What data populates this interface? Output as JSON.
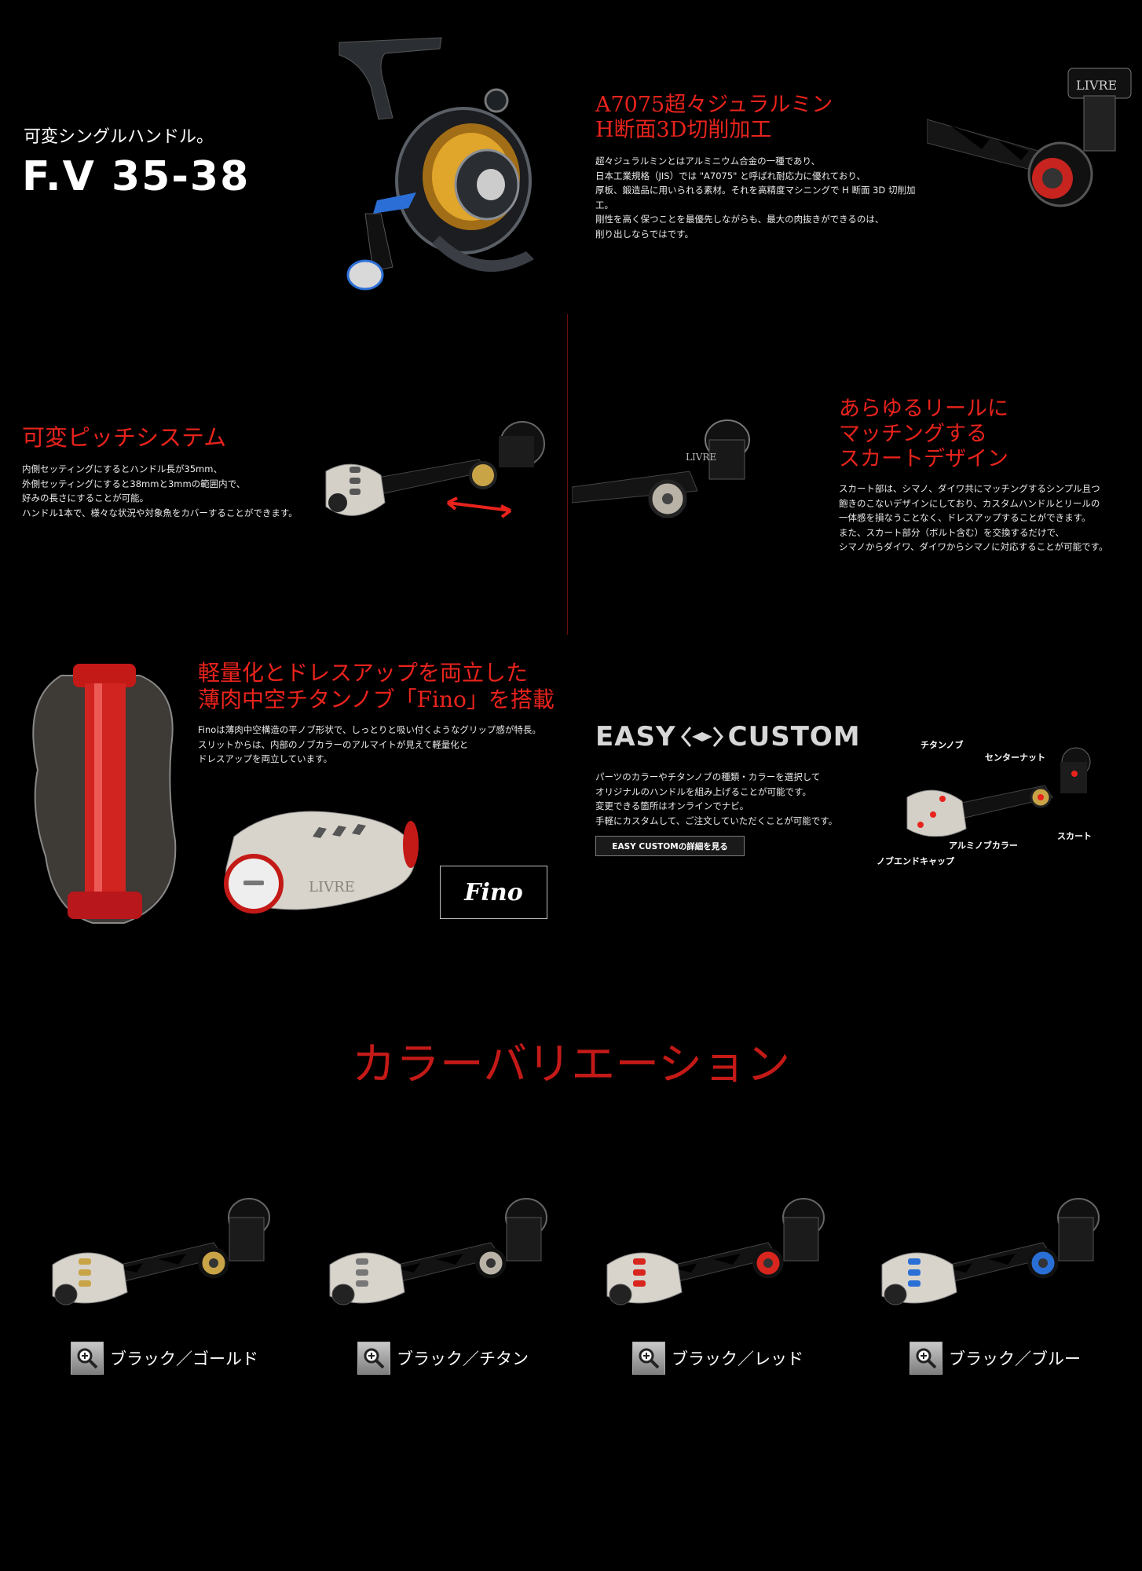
{
  "hero": {
    "subtitle": "可変シングルハンドル。",
    "model": "F.V 35-38"
  },
  "a7075": {
    "title_line1": "A7075超々ジュラルミン",
    "title_line2": "H断面3D切削加工",
    "body": "超々ジュラルミンとはアルミニウム合金の一種であり、\n日本工業規格（JIS）では \"A7075\" と呼ばれ耐応力に優れており、\n厚板、鍛造品に用いられる素材。それを高精度マシニングで H 断面 3D 切削加工。\n剛性を高く保つことを最優先しながらも、最大の肉抜きができるのは、\n削り出しならではです。"
  },
  "pitch": {
    "title": "可変ピッチシステム",
    "body": "内側セッティングにするとハンドル長が35mm、\n外側セッティングにすると38mmと3mmの範囲内で、\n好みの長さにすることが可能。\nハンドル1本で、様々な状況や対象魚をカバーすることができます。"
  },
  "skirt": {
    "title_line1": "あらゆるリールに",
    "title_line2": "マッチングする",
    "title_line3": "スカートデザイン",
    "body": "スカート部は、シマノ、ダイワ共にマッチングするシンプル且つ\n飽きのこないデザインにしており、カスタムハンドルとリールの\n一体感を損なうことなく、ドレスアップすることができます。\nまた、スカート部分（ボルト含む）を交換するだけで、\nシマノからダイワ、ダイワからシマノに対応することが可能です。"
  },
  "fino": {
    "title_line1": "軽量化とドレスアップを両立した",
    "title_line2": "薄肉中空チタンノブ「Fino」を搭載",
    "body": "Finoは薄肉中空構造の平ノブ形状で、しっとりと吸い付くようなグリップ感が特長。\nスリットからは、内部のノブカラーのアルマイトが見えて軽量化と\nドレスアップを両立しています。",
    "badge": "Fino",
    "knob_engraving": "LIVRE"
  },
  "easy_custom": {
    "logo_left": "EASY",
    "logo_right": "CUSTOM",
    "body": "パーツのカラーやチタンノブの種類・カラーを選択して\nオリジナルのハンドルを組み上げることが可能です。\n変更できる箇所はオンラインでナビ。\n手軽にカスタムして、ご注文していただくことが可能です。",
    "button": "EASY CUSTOMの詳細を見る",
    "callouts": {
      "titanium_knob": "チタンノブ",
      "center_nut": "センターナット",
      "skirt": "スカート",
      "alumi_knob_color": "アルミノブカラー",
      "knob_end_cap": "ノブエンドキャップ"
    }
  },
  "colors": {
    "heading": "カラーバリエーション",
    "variants": [
      {
        "label": "ブラック／ゴールド",
        "accent": "#c9a447"
      },
      {
        "label": "ブラック／チタン",
        "accent": "#b9b2a6"
      },
      {
        "label": "ブラック／レッド",
        "accent": "#d8251e"
      },
      {
        "label": "ブラック／ブルー",
        "accent": "#2a6fd6"
      }
    ]
  },
  "theme": {
    "accent_red": "#e8231c",
    "background": "#000000"
  }
}
